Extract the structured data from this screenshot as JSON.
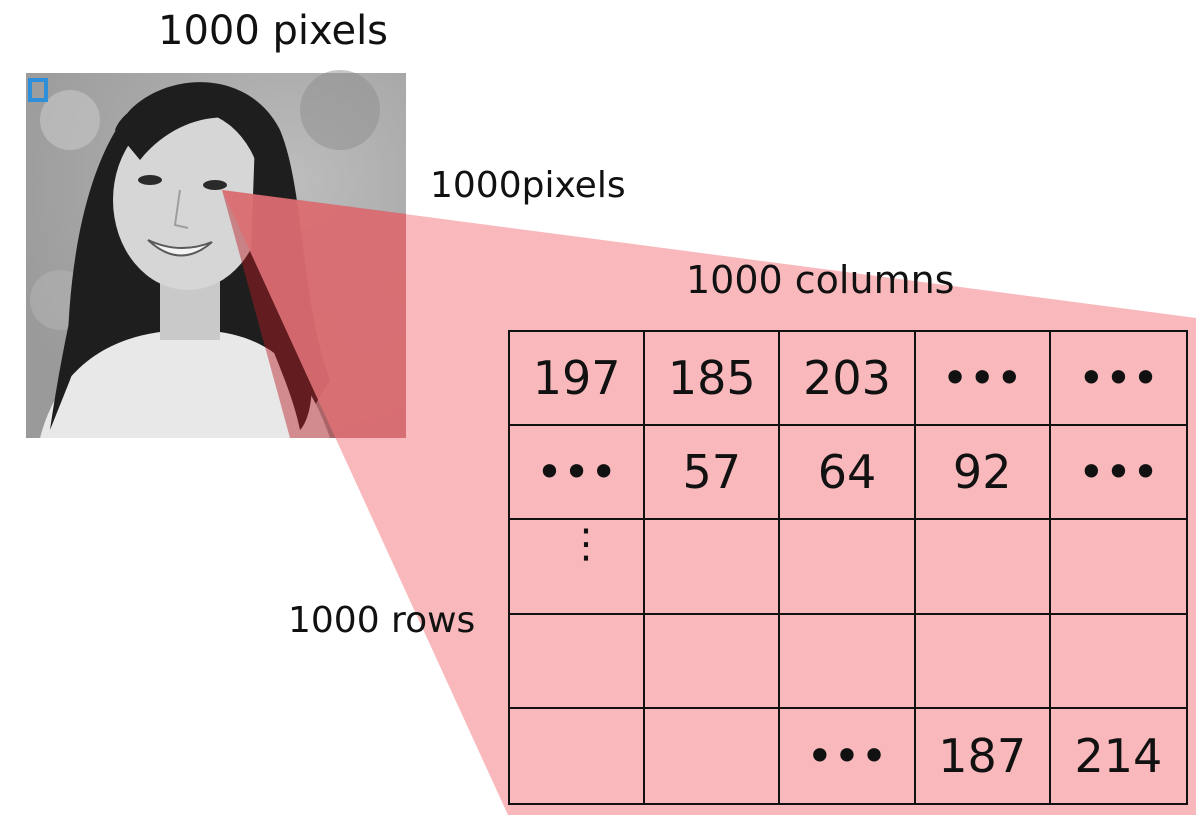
{
  "labels": {
    "image_width": "1000 pixels",
    "image_height": "1000pixels",
    "columns": "1000 columns",
    "rows": "1000 rows"
  },
  "grid": {
    "rows": [
      [
        "197",
        "185",
        "203",
        "•••",
        "•••"
      ],
      [
        "•••",
        "57",
        "64",
        "92",
        "•••"
      ],
      [
        "⋮",
        "",
        "",
        "",
        ""
      ],
      [
        "",
        "",
        "",
        "",
        ""
      ],
      [
        "",
        "",
        "•••",
        "187",
        "214"
      ]
    ]
  },
  "colors": {
    "zoom_overlay": "#f9b3b6",
    "grid_lines": "#111111",
    "selected_pixel_marker": "#2f8fd8"
  }
}
